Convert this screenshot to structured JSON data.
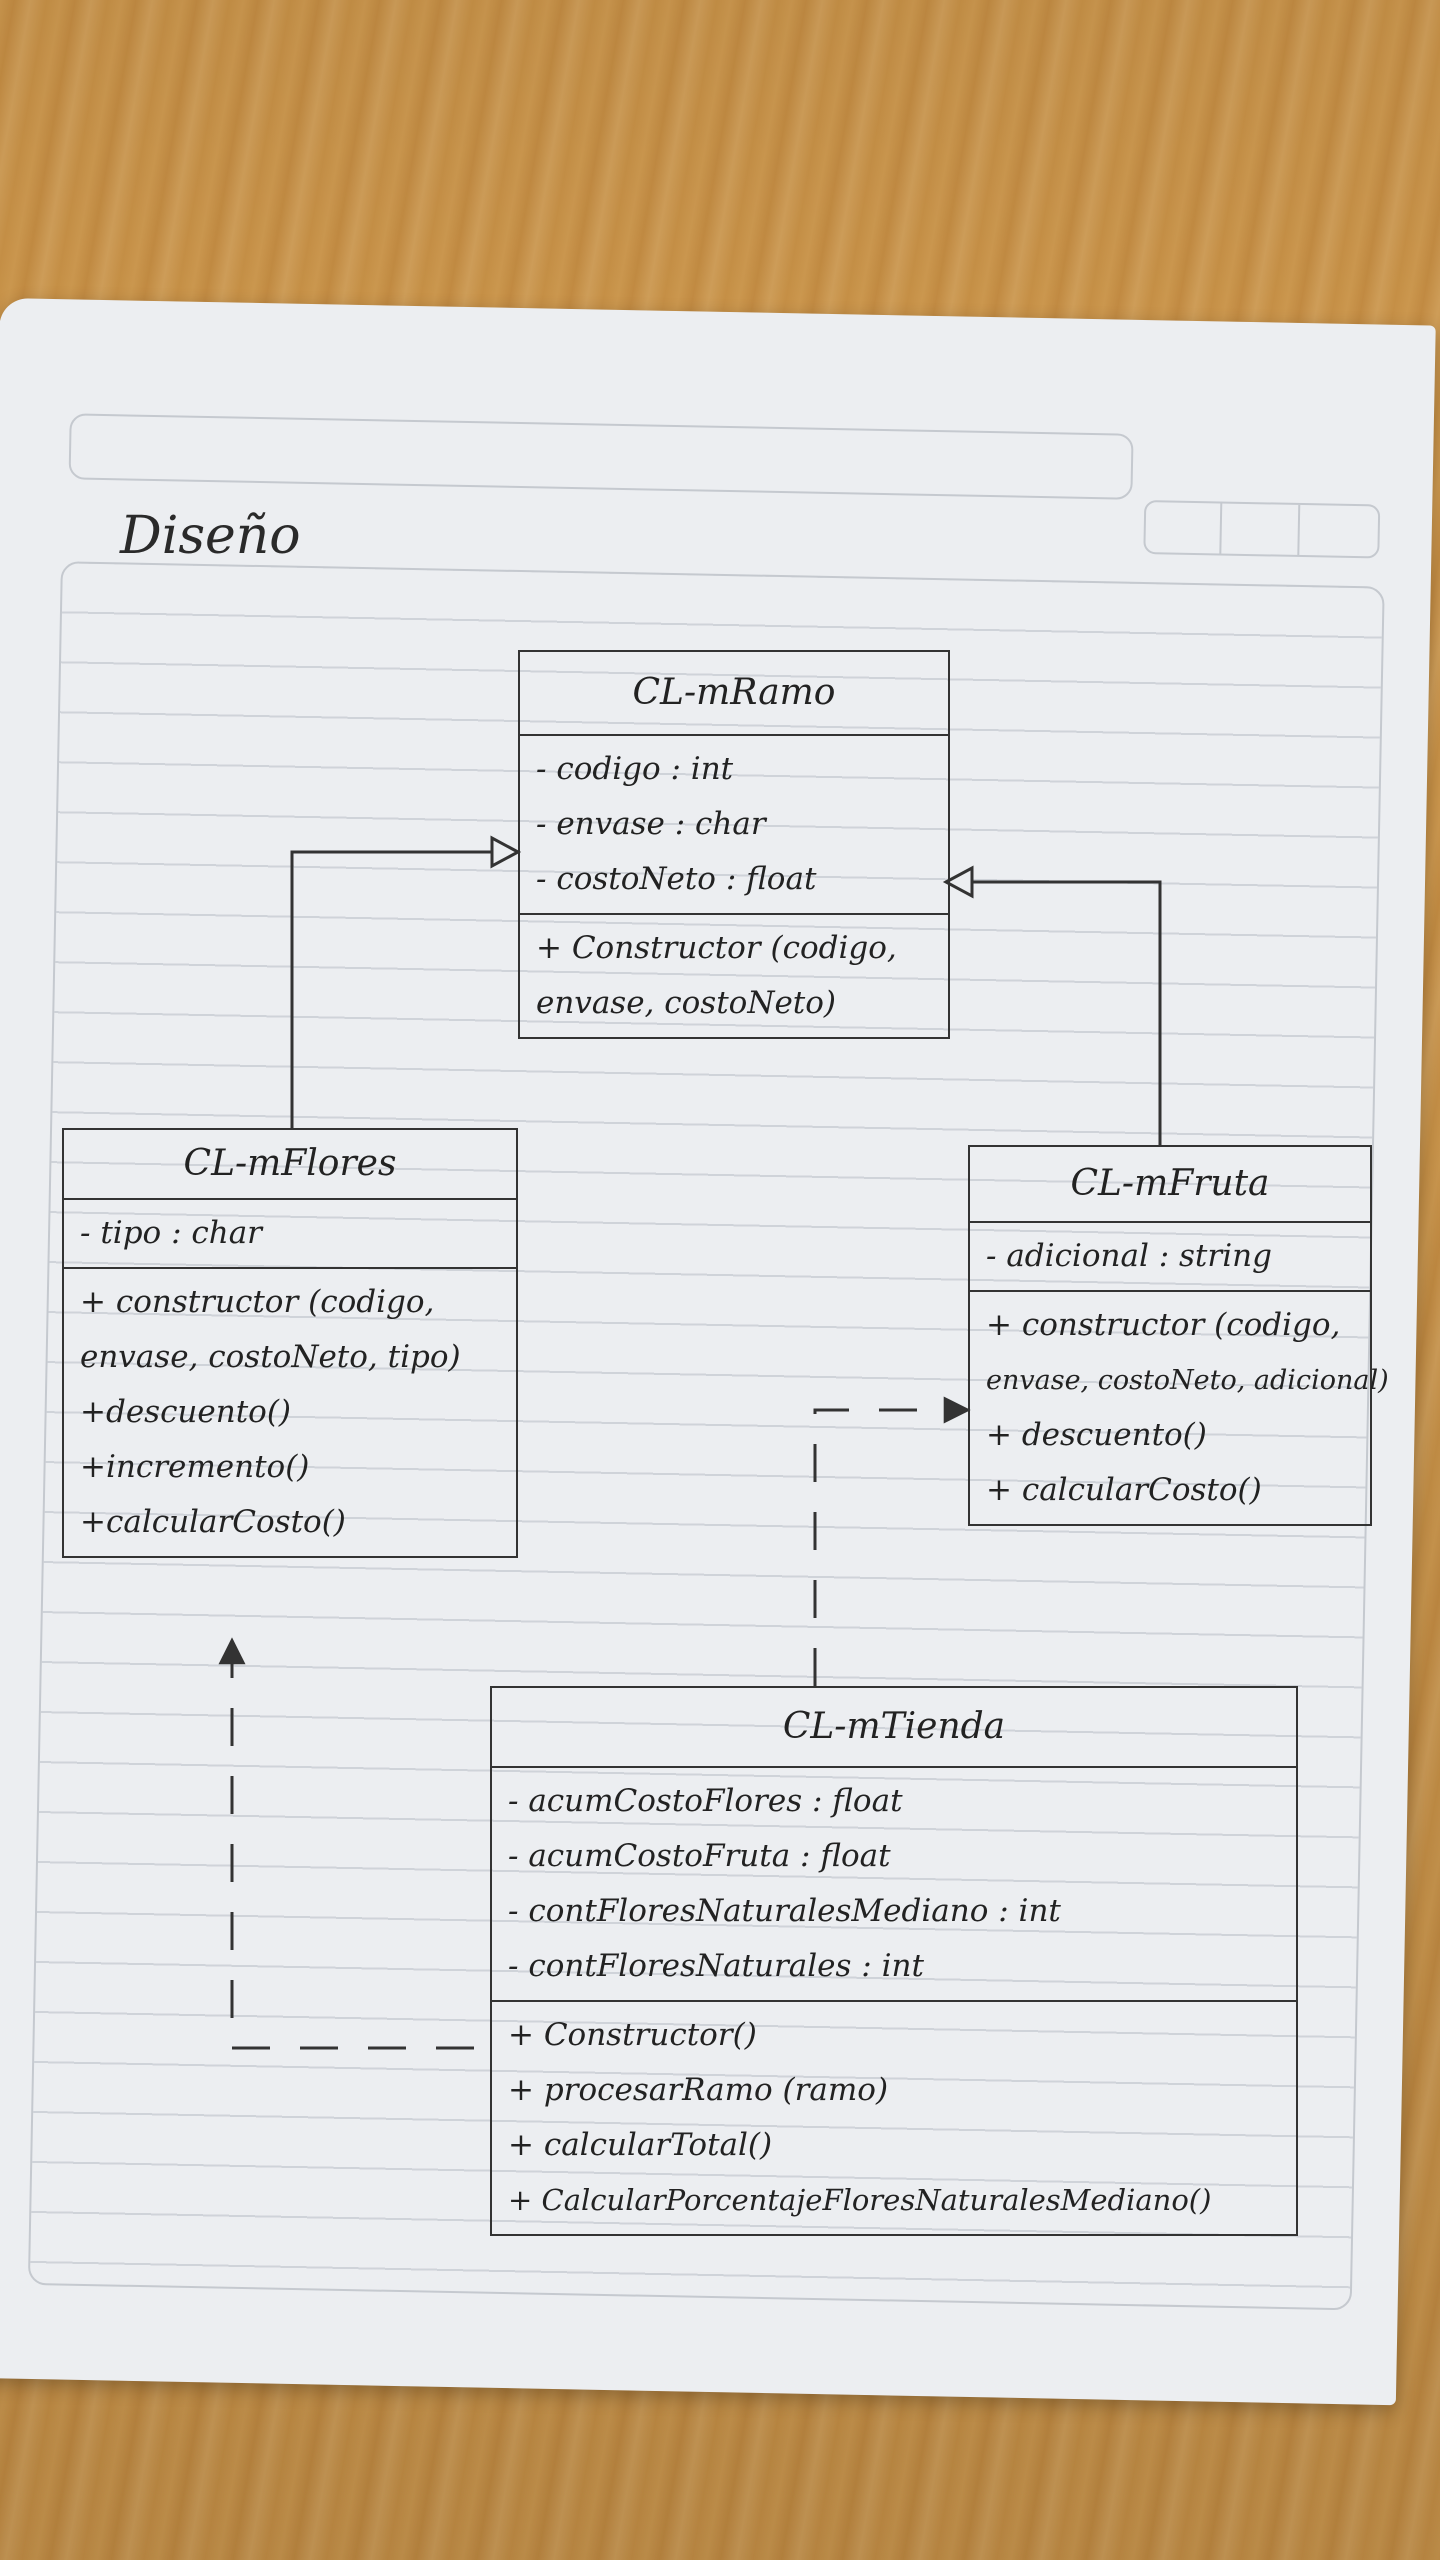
{
  "title": "Diseño",
  "classes": {
    "ramo": {
      "name": "CL-mRamo",
      "attributes": [
        "- codigo : int",
        "- envase : char",
        "- costoNeto : float"
      ],
      "methods": [
        "+ Constructor (codigo,",
        "envase, costoNeto)"
      ]
    },
    "flores": {
      "name": "CL-mFlores",
      "attributes": [
        "- tipo : char"
      ],
      "methods": [
        "+ constructor (codigo,",
        "envase, costoNeto, tipo)",
        "+descuento()",
        "+incremento()",
        "+calcularCosto()"
      ]
    },
    "fruta": {
      "name": "CL-mFruta",
      "attributes": [
        "- adicional : string"
      ],
      "methods": [
        "+ constructor (codigo,",
        "envase, costoNeto, adicional)",
        "+ descuento()",
        "+ calcularCosto()"
      ]
    },
    "tienda": {
      "name": "CL-mTienda",
      "attributes": [
        "- acumCostoFlores : float",
        "- acumCostoFruta : float",
        "- contFloresNaturalesMediano : int",
        "- contFloresNaturales : int"
      ],
      "methods": [
        "+ Constructor()",
        "+ procesarRamo (ramo)",
        "+ calcularTotal()",
        "+ CalcularPorcentajeFloresNaturalesMediano()"
      ]
    }
  }
}
